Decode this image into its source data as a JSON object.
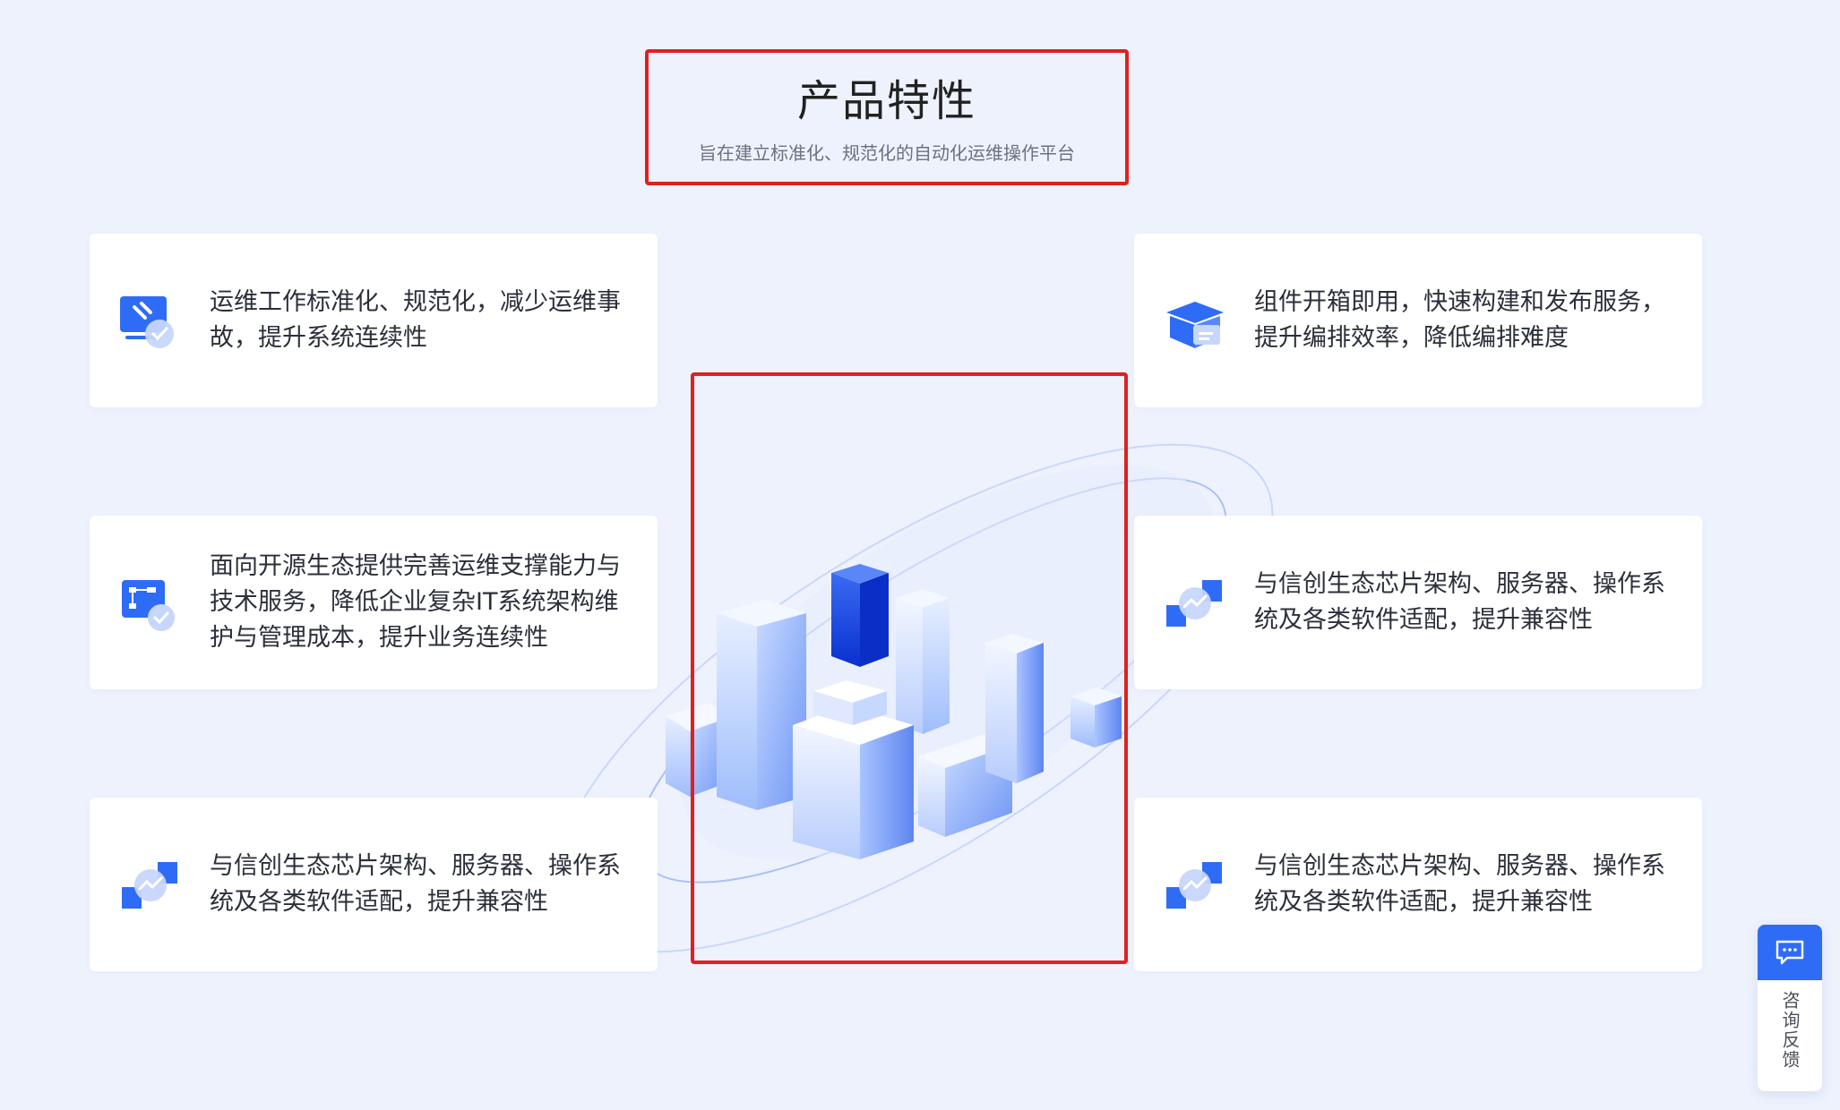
{
  "header": {
    "title": "产品特性",
    "subtitle": "旨在建立标准化、规范化的自动化运维操作平台"
  },
  "features": [
    {
      "text": "运维工作标准化、规范化，减少运维事故，提升系统连续性",
      "icon": "monitor-wrench-icon"
    },
    {
      "text": "组件开箱即用，快速构建和发布服务，提升编排效率，降低编排难度",
      "icon": "open-box-icon"
    },
    {
      "text": "面向开源生态提供完善运维支撑能力与技术服务，降低企业复杂IT系统架构维护与管理成本，提升业务连续性",
      "icon": "flowchart-check-icon"
    },
    {
      "text": "与信创生态芯片架构、服务器、操作系统及各类软件适配，提升兼容性",
      "icon": "compatibility-icon"
    },
    {
      "text": "与信创生态芯片架构、服务器、操作系统及各类软件适配，提升兼容性",
      "icon": "compatibility-icon"
    },
    {
      "text": "与信创生态芯片架构、服务器、操作系统及各类软件适配，提升兼容性",
      "icon": "compatibility-icon"
    }
  ],
  "feedback": {
    "label": "咨询反馈",
    "icon": "chat-bubble-icon"
  },
  "colors": {
    "accent": "#2f6cf5",
    "highlight_border": "#e02020",
    "background": "#eef2fd"
  }
}
